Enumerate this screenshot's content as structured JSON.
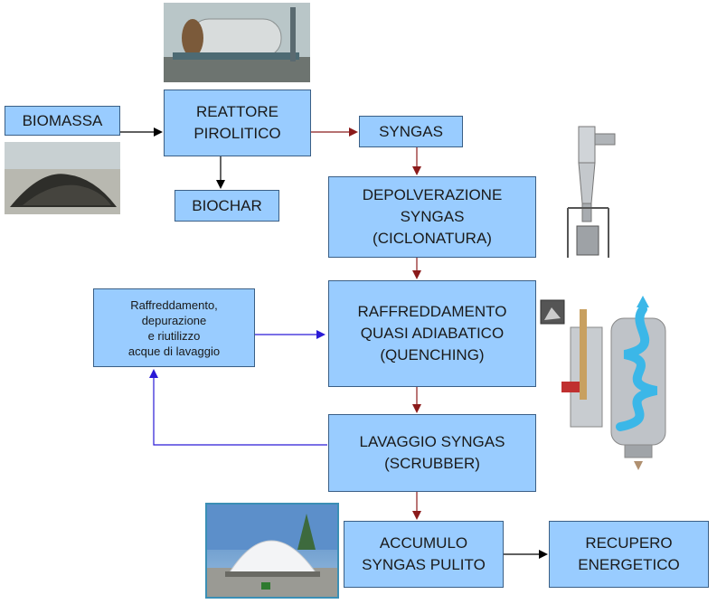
{
  "colors": {
    "box_fill": "#99ccff",
    "box_border": "#3a5f86",
    "arrow_black": "#000000",
    "arrow_red": "#8b1a1a",
    "arrow_blue": "#2a1ad6"
  },
  "nodes": {
    "biomassa": "BIOMASSA",
    "reattore": "REATTORE\nPIROLITICO",
    "syngas": "SYNGAS",
    "biochar": "BIOCHAR",
    "depolverazione": "DEPOLVERAZIONE\nSYNGAS\n(CICLONATURA)",
    "raffreddamento": "RAFFREDDAMENTO\nQUASI ADIABATICO\n(QUENCHING)",
    "acque": "Raffreddamento,\ndepurazione\ne riutilizzo\nacque di lavaggio",
    "lavaggio": "LAVAGGIO SYNGAS\n(SCRUBBER)",
    "accumulo": "ACCUMULO\nSYNGAS PULITO",
    "recupero": "RECUPERO\nENERGETICO"
  },
  "pictures": {
    "reactor": "reactor-photo",
    "biomass": "biomass-pile-photo",
    "cyclone": "cyclone-separator-illustration",
    "quench": "quench-tower-illustration",
    "dome": "gas-holder-dome-photo"
  }
}
